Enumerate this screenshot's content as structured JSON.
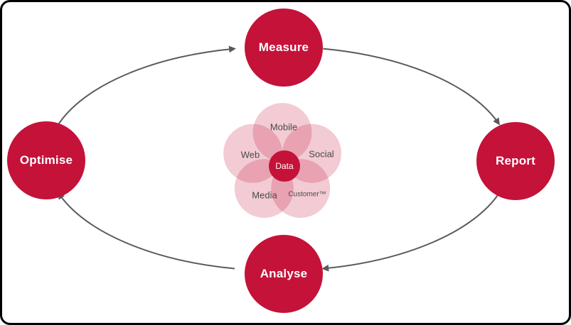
{
  "diagram": {
    "colors": {
      "accent": "#c41239",
      "arrow": "#58595b",
      "petal_label": "#4a494b",
      "background": "#ffffff",
      "border": "#000000"
    },
    "cycle_nodes": [
      {
        "id": "measure",
        "label": "Measure"
      },
      {
        "id": "report",
        "label": "Report"
      },
      {
        "id": "analyse",
        "label": "Analyse"
      },
      {
        "id": "optimise",
        "label": "Optimise"
      }
    ],
    "flow": [
      "Measure",
      "Report",
      "Analyse",
      "Optimise",
      "Measure"
    ],
    "center_flower": {
      "core_label": "Data",
      "petals": [
        {
          "id": "mobile",
          "label": "Mobile"
        },
        {
          "id": "social",
          "label": "Social"
        },
        {
          "id": "customer",
          "label": "Customer™"
        },
        {
          "id": "media",
          "label": "Media"
        },
        {
          "id": "web",
          "label": "Web"
        }
      ]
    }
  }
}
